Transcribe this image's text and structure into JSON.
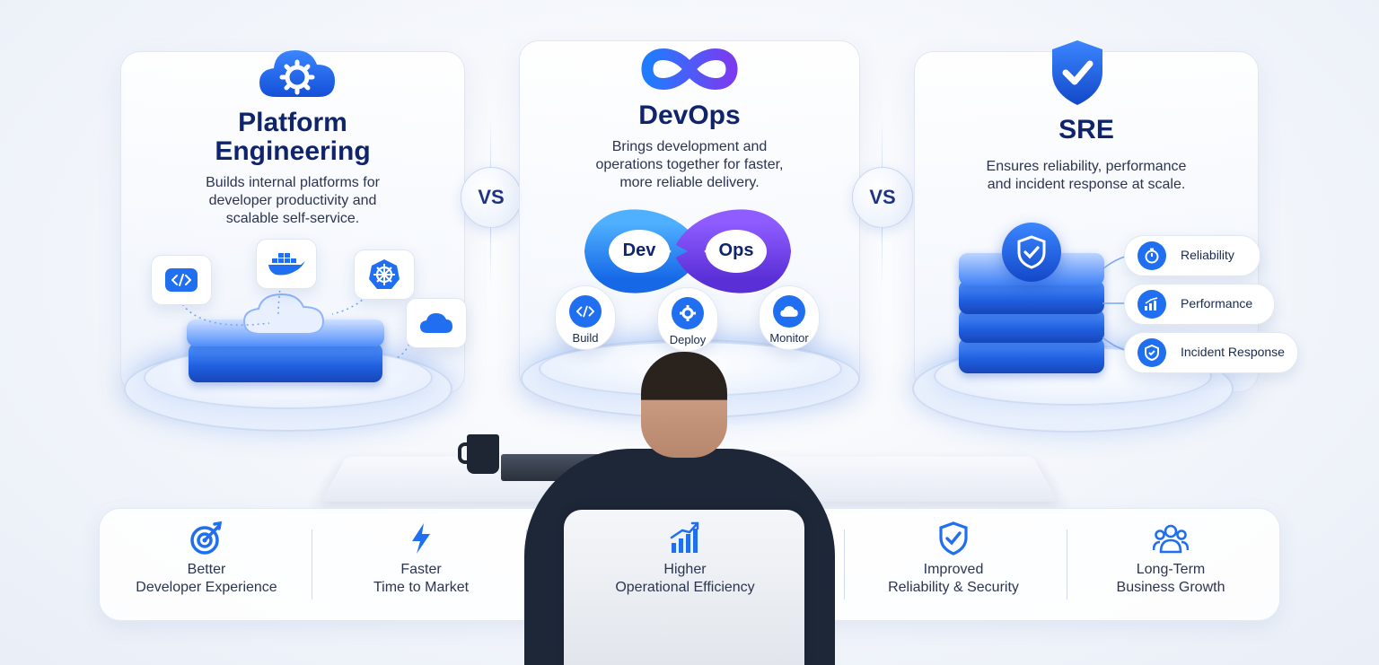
{
  "colors": {
    "accent": "#1f6ff0",
    "navy": "#10246b",
    "purple": "#6a3df0"
  },
  "platform": {
    "icon": "cloud-gear-icon",
    "title_line1": "Platform",
    "title_line2": "Engineering",
    "desc_line1": "Builds internal platforms for",
    "desc_line2": "developer productivity and",
    "desc_line3": "scalable self-service."
  },
  "devops": {
    "icon": "infinity-icon",
    "title": "DevOps",
    "desc_line1": "Brings development and",
    "desc_line2": "operations together for faster,",
    "desc_line3": "more reliable delivery.",
    "loop_left": "Dev",
    "loop_right": "Ops",
    "steps": [
      {
        "label": "Build",
        "icon": "code-icon"
      },
      {
        "label": "Deploy",
        "icon": "gear-icon"
      },
      {
        "label": "Monitor",
        "icon": "cloud-icon"
      }
    ]
  },
  "sre": {
    "icon": "shield-check-icon",
    "title": "SRE",
    "desc_line1": "Ensures reliability, performance",
    "desc_line2": "and incident response at scale.",
    "pills": [
      {
        "label": "Reliability",
        "icon": "stopwatch-icon"
      },
      {
        "label": "Performance",
        "icon": "chart-up-icon"
      },
      {
        "label": "Incident Response",
        "icon": "shield-icon"
      }
    ]
  },
  "vs_label": "VS",
  "benefits": [
    {
      "line1": "Better",
      "line2": "Developer Experience",
      "icon": "target-icon"
    },
    {
      "line1": "Faster",
      "line2": "Time to Market",
      "icon": "lightning-icon"
    },
    {
      "line1": "Higher",
      "line2": "Operational Efficiency",
      "icon": "bar-chart-icon"
    },
    {
      "line1": "Improved",
      "line2": "Reliability & Security",
      "icon": "shield-check-icon"
    },
    {
      "line1": "Long-Term",
      "line2": "Business Growth",
      "icon": "team-icon"
    }
  ]
}
